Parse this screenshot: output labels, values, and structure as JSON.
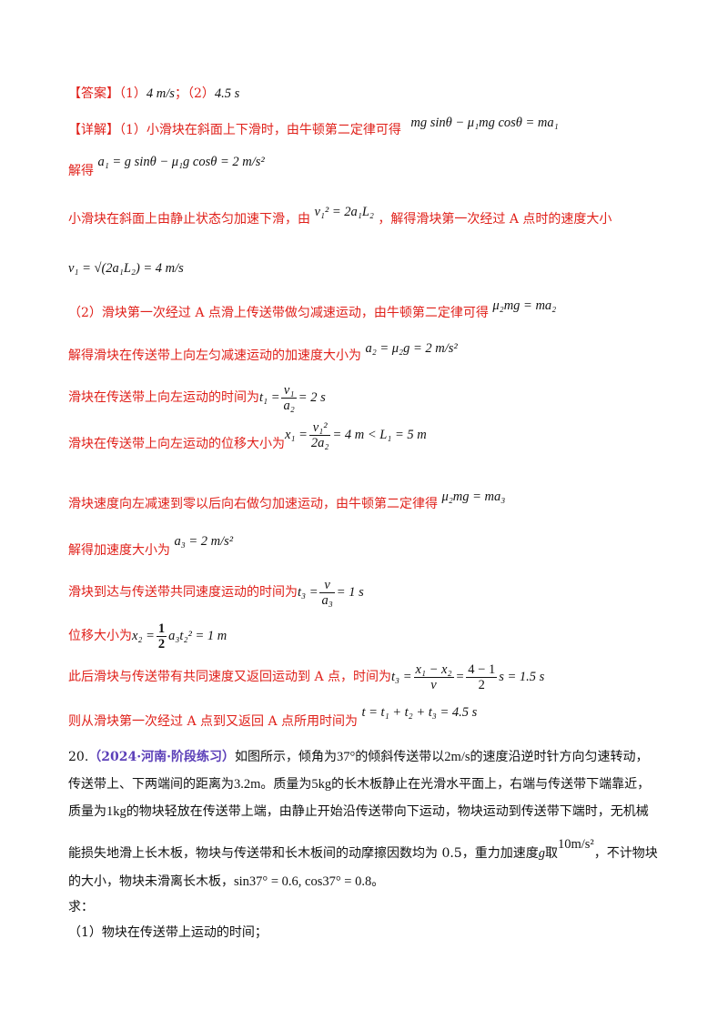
{
  "answer": {
    "tag": "【答案】",
    "p1_label": "（1）",
    "p1_value": "4 m/s",
    "sep": "；",
    "p2_label": "（2）",
    "p2_value": "4.5 s"
  },
  "detail": {
    "tag": "【详解】",
    "l1_text": "（1）小滑块在斜面上下滑时，由牛顿第二定律可得",
    "l1_math": "mg sinθ − μ₁mg cosθ = ma₁",
    "l2_text": "解得",
    "l2_math": "a₁ = g sinθ − μ₁g cosθ = 2 m/s²",
    "l3_text_a": "小滑块在斜面上由静止状态匀加速下滑，由",
    "l3_math": "v₁² = 2a₁L₂",
    "l3_text_b": "，解得滑块第一次经过 A 点时的速度大小",
    "l4_math": "v₁ = √(2a₁L₂) = 4 m/s",
    "l5_text": "（2）滑块第一次经过 A 点滑上传送带做匀减速运动，由牛顿第二定律可得",
    "l5_math": "μ₂mg = ma₂",
    "l6_text": "解得滑块在传送带上向左匀减速运动的加速度大小为",
    "l6_math": "a₂ = μ₂g = 2 m/s²",
    "l7_text": "滑块在传送带上向左运动的时间为",
    "l7_lhs": "t₁ =",
    "l7_num": "v₁",
    "l7_den": "a₂",
    "l7_rhs": "= 2 s",
    "l8_text": "滑块在传送带上向左运动的位移大小为",
    "l8_lhs": "x₁ =",
    "l8_num": "v₁²",
    "l8_den": "2a₂",
    "l8_rhs": "= 4 m < L₁ = 5 m",
    "l9_text": "滑块速度向左减速到零以后向右做匀加速运动，由牛顿第二定律得",
    "l9_math": "μ₂mg = ma₃",
    "l10_text": "解得加速度大小为",
    "l10_math": "a₃ = 2 m/s²",
    "l11_text": "滑块到达与传送带共同速度运动的时间为",
    "l11_lhs": "t₃ =",
    "l11_num": "v",
    "l11_den": "a₃",
    "l11_rhs": "= 1 s",
    "l12_text": "位移大小为",
    "l12_lhs": "x₂ =",
    "l12_num": "1",
    "l12_den": "2",
    "l12_rhs": "a₃t₂² = 1 m",
    "l13_text": "此后滑块与传送带有共同速度又返回运动到 A 点，时间为",
    "l13_lhs": "t₃ =",
    "l13_num1": "x₁ − x₂",
    "l13_den1": "v",
    "l13_mid": "=",
    "l13_num2": "4 − 1",
    "l13_den2": "2",
    "l13_rhs": "s = 1.5 s",
    "l14_text": "则从滑块第一次经过 A 点到又返回 A 点所用时间为",
    "l14_math": "t = t₁ + t₂ + t₃ = 4.5 s"
  },
  "problem": {
    "number": "20.",
    "source": "（2024·河南·阶段练习）",
    "line1_a": "如图所示，倾角为",
    "line1_angle": "37°",
    "line1_b": "的倾斜传送带以",
    "line1_speed": "2m/s",
    "line1_c": "的速度沿逆时针方向匀速转动，",
    "line2_a": "传送带上、下两端间的距离为",
    "line2_len": "3.2m",
    "line2_b": "。质量为",
    "line2_mass": "5kg",
    "line2_c": "的长木板静止在光滑水平面上，右端与传送带下端靠近，",
    "line3_a": "质量为",
    "line3_mass": "1kg",
    "line3_b": "的物块轻放在传送带上端，由静止开始沿传送带向下运动，物块运动到传送带下端时，无机械",
    "line4_a": "能损失地滑上长木板，物块与传送带和长木板间的动摩擦因数均为 0.5，重力加速度",
    "line4_g": "g",
    "line4_b": "取",
    "line4_val": "10m/s²",
    "line4_c": "，不计物块",
    "line5_a": "的大小，物块未滑离长木板，",
    "line5_math": "sin37° = 0.6, cos37° = 0.8",
    "line5_b": "。",
    "ask": "求：",
    "q1": "（1）物块在传送带上运动的时间；"
  }
}
